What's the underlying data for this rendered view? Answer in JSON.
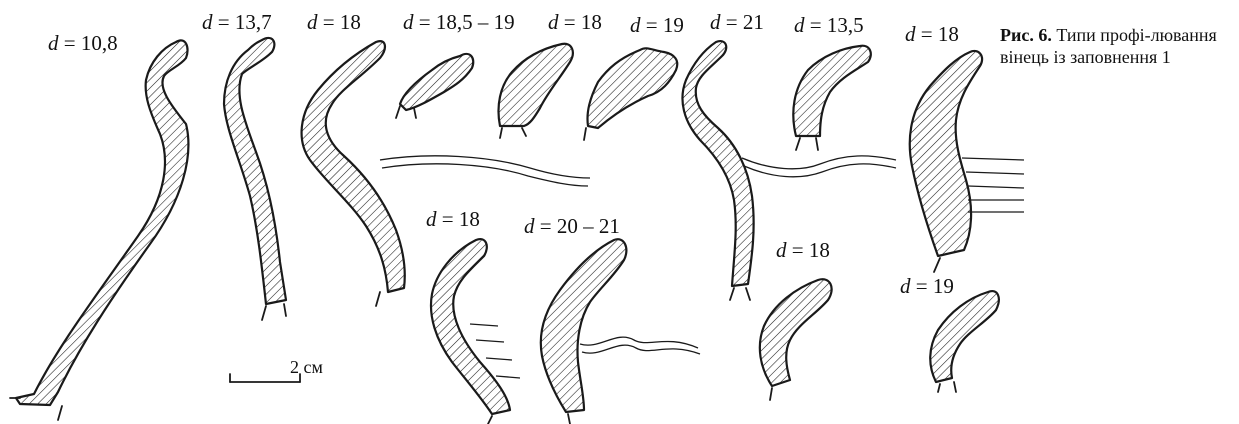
{
  "caption": {
    "figure_number": "Рис. 6.",
    "text": "Типи профі-лювання вінець із заповнення 1"
  },
  "diameter_symbol": "d",
  "labels": [
    {
      "value": "= 10,8"
    },
    {
      "value": "= 13,7"
    },
    {
      "value": "= 18"
    },
    {
      "value": "= 18,5 – 19"
    },
    {
      "value": "= 18"
    },
    {
      "value": "= 19"
    },
    {
      "value": "= 21"
    },
    {
      "value": "= 13,5"
    },
    {
      "value": "= 18"
    },
    {
      "value": "= 18"
    },
    {
      "value": "= 20 – 21"
    },
    {
      "value": "= 18"
    },
    {
      "value": "= 19"
    }
  ],
  "scale_bar": {
    "label": "2 см"
  }
}
